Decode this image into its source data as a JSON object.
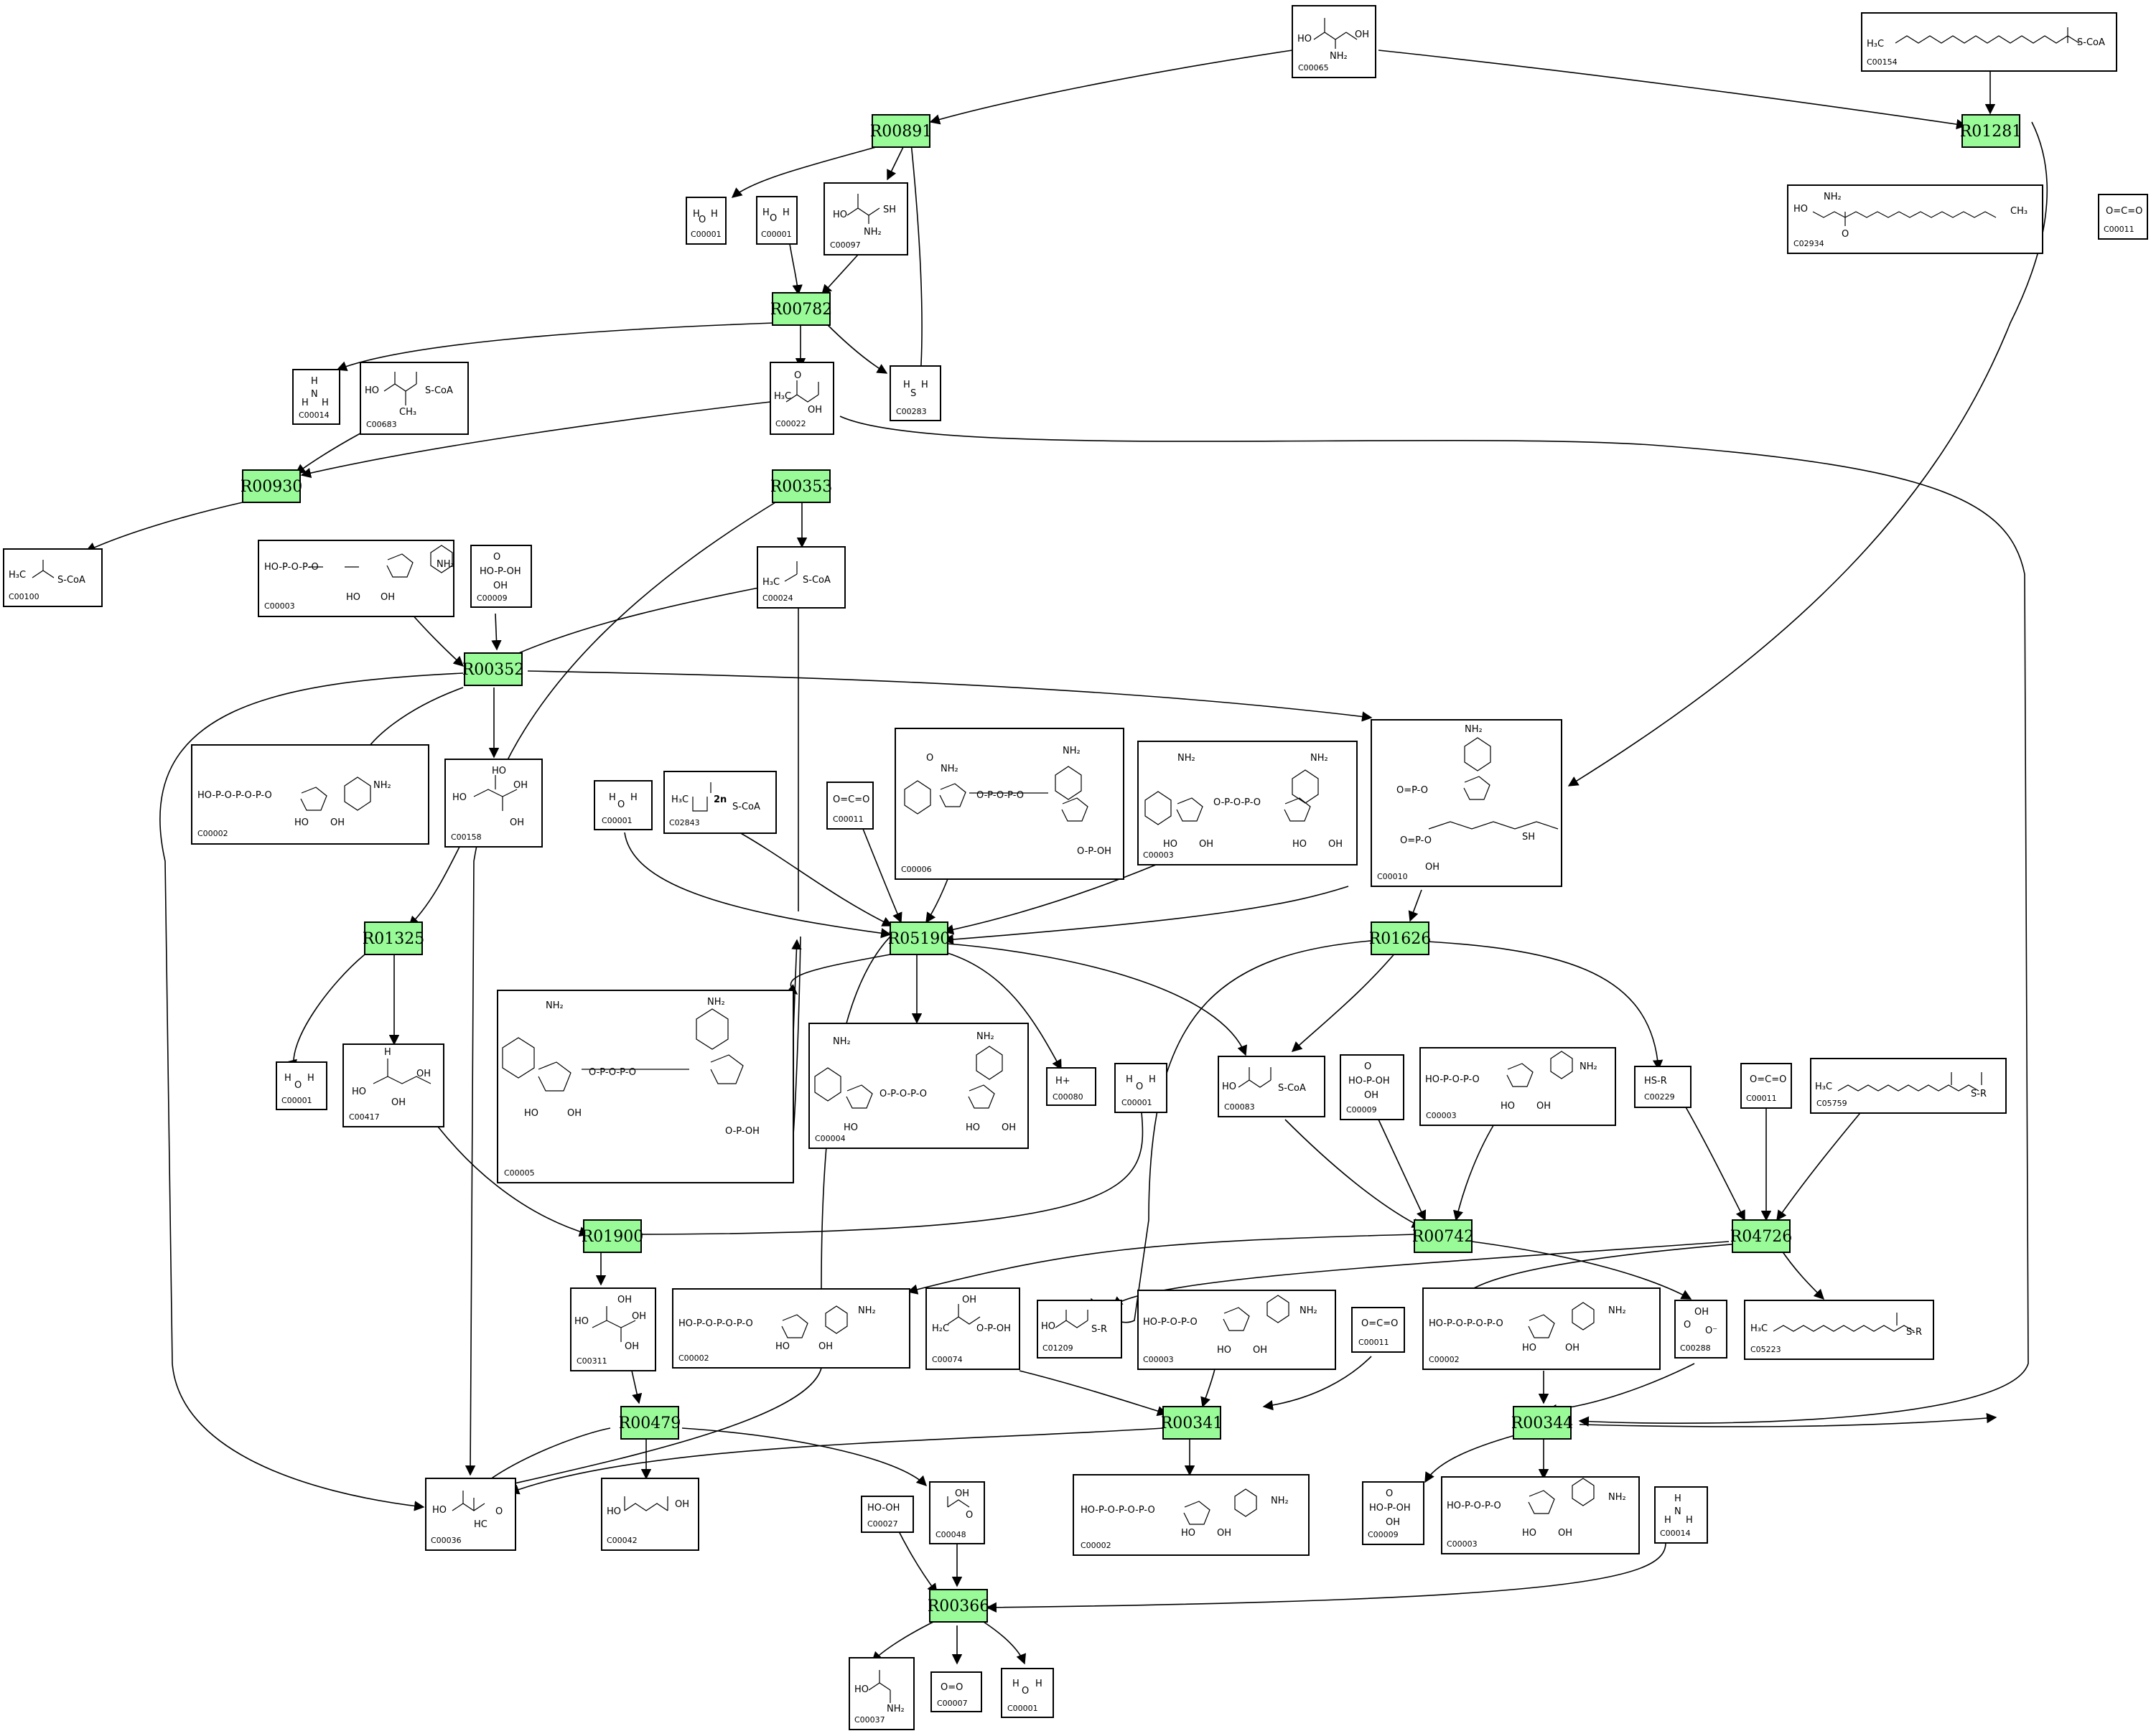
{
  "reactions": [
    "R00891",
    "R01281",
    "R00782",
    "R00930",
    "R00353",
    "R00352",
    "R01325",
    "R05190",
    "R01626",
    "R01900",
    "R00742",
    "R04726",
    "R00479",
    "R00341",
    "R00344",
    "R00366"
  ],
  "compounds": [
    "C00065",
    "C00154",
    "C00001",
    "C00001",
    "C00097",
    "C02934",
    "C00011",
    "C00014",
    "C00683",
    "C00022",
    "C00283",
    "C00100",
    "C00003",
    "C00009",
    "C00024",
    "C00002",
    "C00158",
    "C00001",
    "C02843",
    "C00011",
    "C00006",
    "C00003",
    "C00010",
    "C00001",
    "C00417",
    "C00005",
    "C00004",
    "C00080",
    "C00001",
    "C00083",
    "C00009",
    "C00003",
    "C00229",
    "C00011",
    "C05759",
    "C00311",
    "C00002",
    "C00074",
    "C01209",
    "C00003",
    "C00011",
    "C00002",
    "C00288",
    "C05223",
    "C00036",
    "C00042",
    "C00048",
    "C00027",
    "C00002",
    "C00009",
    "C00003",
    "C00014",
    "C00037",
    "C00007",
    "C00001"
  ],
  "formulas": {
    "h2o": "H2O",
    "ammonia": "NH3",
    "h2s": "H2S",
    "co2": "O=C=O",
    "proton": "H+",
    "o2": "O=O",
    "h2o2": "HO-OH",
    "coa_tail": "S-CoA",
    "r_tail": "S-R",
    "hs_r": "HS-R",
    "phosphate": "HO-P-OH",
    "repeat": "2n"
  }
}
